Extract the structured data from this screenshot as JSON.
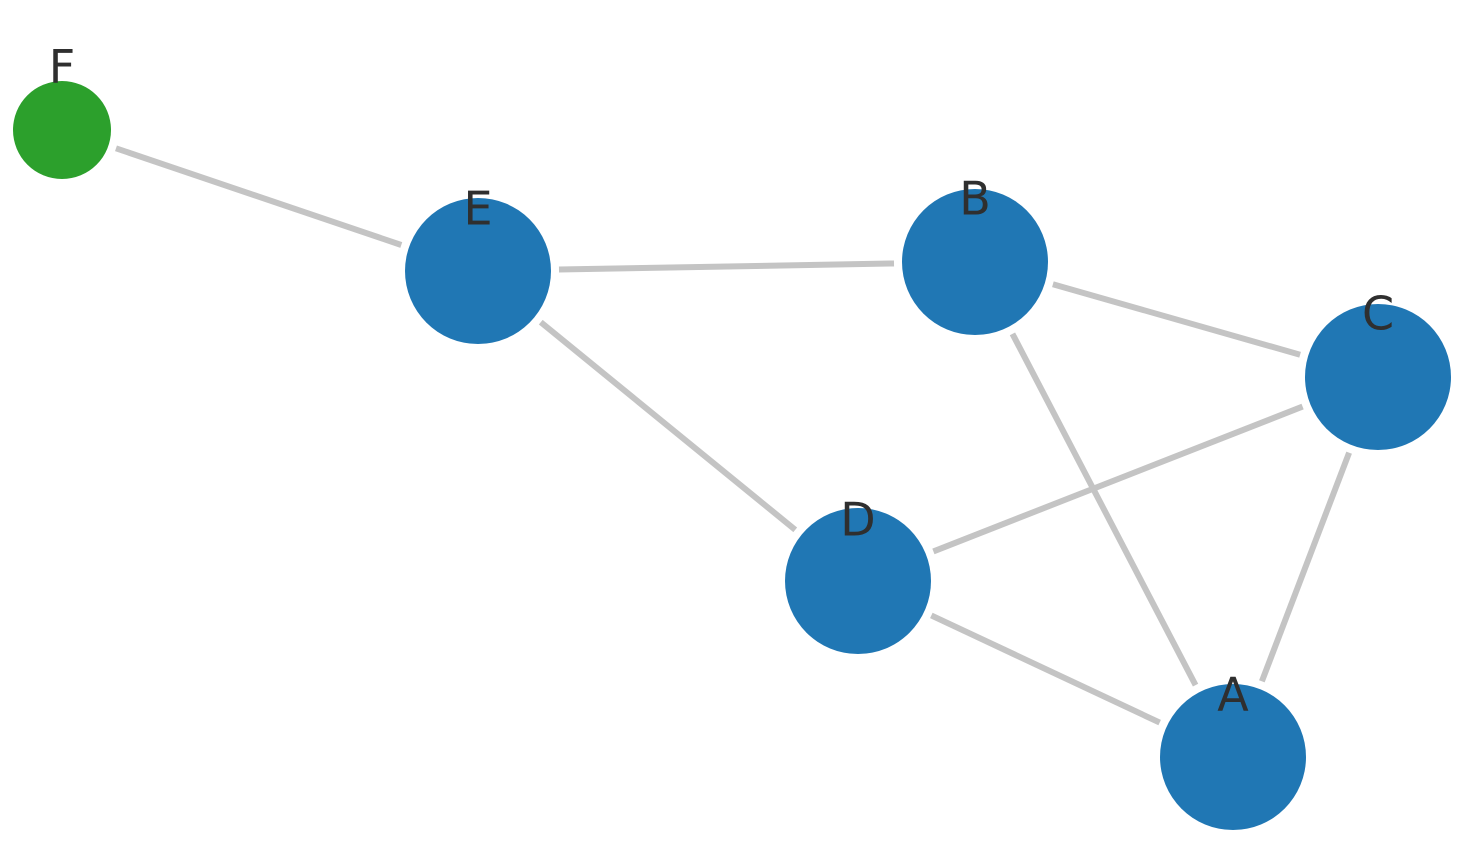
{
  "colors": {
    "background": "#ffffff",
    "edge": "#c4c4c4",
    "node_default": "#2077b4",
    "node_highlight": "#2ca02c",
    "label": "#2f2f2f"
  },
  "nodes": [
    {
      "id": "A",
      "label": "A",
      "color": "#2077b4"
    },
    {
      "id": "B",
      "label": "B",
      "color": "#2077b4"
    },
    {
      "id": "C",
      "label": "C",
      "color": "#2077b4"
    },
    {
      "id": "D",
      "label": "D",
      "color": "#2077b4"
    },
    {
      "id": "E",
      "label": "E",
      "color": "#2077b4"
    },
    {
      "id": "F",
      "label": "F",
      "color": "#2ca02c"
    }
  ],
  "edges": [
    {
      "source": "F",
      "target": "E"
    },
    {
      "source": "E",
      "target": "B"
    },
    {
      "source": "E",
      "target": "D"
    },
    {
      "source": "B",
      "target": "C"
    },
    {
      "source": "B",
      "target": "A"
    },
    {
      "source": "C",
      "target": "D"
    },
    {
      "source": "C",
      "target": "A"
    },
    {
      "source": "D",
      "target": "A"
    }
  ]
}
